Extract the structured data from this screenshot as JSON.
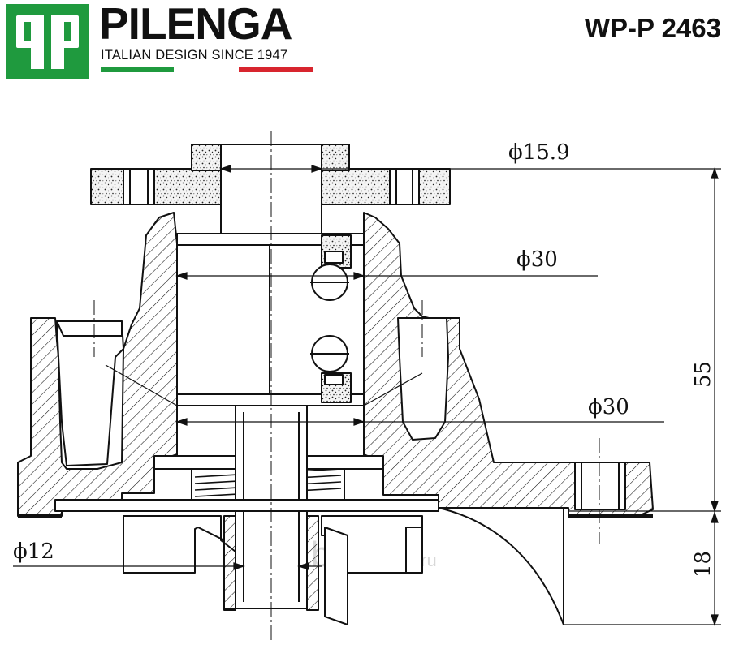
{
  "header": {
    "logo_mark": "qp",
    "brand_name": "PILENGA",
    "tagline": "ITALIAN DESIGN SINCE 1947",
    "part_number": "WP-P 2463"
  },
  "colors": {
    "brand_green": "#1f9a3e",
    "flag_red": "#d8252e",
    "ink": "#111111",
    "gasket": "#c9c9c9"
  },
  "drawing": {
    "dimensions": {
      "flange_diameter": "ϕ15.9",
      "bearing_diameter": "ϕ30",
      "seal_diameter": "ϕ30",
      "shaft_diameter": "ϕ12",
      "body_height": "55",
      "impeller_height": "18"
    },
    "watermark": {
      "main": "abcp",
      "suffix": ".ru"
    }
  }
}
